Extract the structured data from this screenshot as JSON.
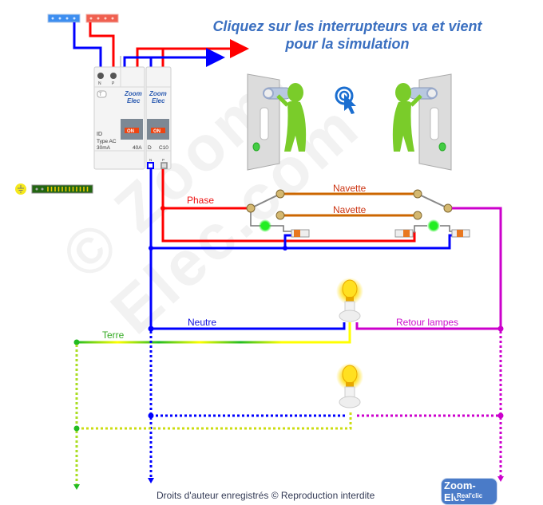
{
  "header": {
    "instruction_line1": "Cliquez sur les interrupteurs va et vient",
    "instruction_line2": "pour la simulation"
  },
  "breaker_panel": {
    "terminals_top": [
      "N",
      "P"
    ],
    "rcd": {
      "brand_line1": "Zoom",
      "brand_line2": "Elec",
      "type_line1": "ID",
      "type_line2": "Type AC",
      "sensitivity": "30mA",
      "rating": "40A",
      "state": "ON",
      "test_button": "T"
    },
    "mcb": {
      "brand_line1": "Zoom",
      "brand_line2": "Elec",
      "curve": "D",
      "rating": "C10",
      "state": "ON",
      "terminals_bottom": [
        "N",
        "P"
      ]
    }
  },
  "wire_labels": {
    "phase": "Phase",
    "navette_top": "Navette",
    "navette_bottom": "Navette",
    "neutre": "Neutre",
    "retour": "Retour lampes",
    "terre": "Terre"
  },
  "switches": [
    {
      "name": "left-switch",
      "position": "top",
      "indicator": "on"
    },
    {
      "name": "right-switch",
      "position": "top",
      "indicator": "on"
    }
  ],
  "lamps": [
    {
      "name": "lamp-1",
      "state": "on"
    },
    {
      "name": "lamp-2",
      "state": "on"
    }
  ],
  "colors": {
    "phase": "#ff0000",
    "neutral": "#0000ff",
    "navette": "#cc6600",
    "return": "#cc00cc",
    "earth_green": "#22bb22",
    "earth_yellow": "#ffff00",
    "title": "#3a6fc0",
    "indicator_on": "#22ee22"
  },
  "footer": {
    "copyright": "Droits d'auteur enregistrés © Reproduction interdite",
    "logo_text": "Zoom-Elec",
    "logo_sub": "Real'clic"
  },
  "watermark": "© Zoom-Elec.com"
}
